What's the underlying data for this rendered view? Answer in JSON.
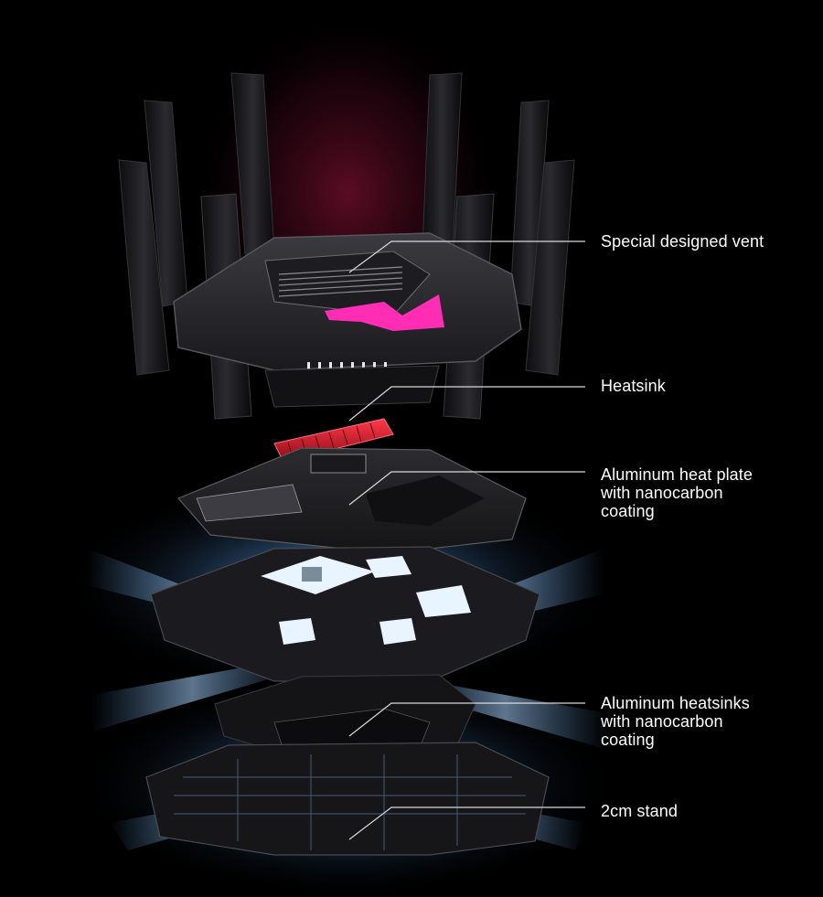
{
  "callouts": [
    {
      "id": "vent",
      "label": "Special designed vent"
    },
    {
      "id": "heatsink",
      "label": "Heatsink"
    },
    {
      "id": "heat-plate",
      "label": "Aluminum heat plate\nwith nanocarbon\ncoating"
    },
    {
      "id": "heatsinks",
      "label": "Aluminum heatsinks\nwith nanocarbon\ncoating"
    },
    {
      "id": "stand",
      "label": "2cm stand"
    }
  ],
  "colors": {
    "background": "#000000",
    "accent_red": "#c8102e",
    "accent_magenta": "#ff2db4",
    "glow_blue": "#6fb4ff",
    "callout_line": "#d9d9d9",
    "label_text": "#ffffff"
  }
}
